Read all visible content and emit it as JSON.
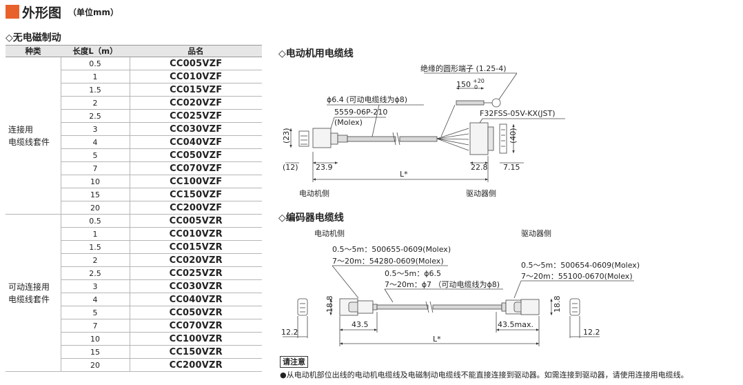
{
  "header": {
    "title": "外形图",
    "unit": "（单位mm）"
  },
  "left": {
    "section": "◇无电磁制动",
    "columns": [
      "种类",
      "长度L（m）",
      "品名"
    ],
    "groups": [
      {
        "kind": "连接用\n电缆线套件",
        "rows": [
          [
            "0.5",
            "CC005VZF"
          ],
          [
            "1",
            "CC010VZF"
          ],
          [
            "1.5",
            "CC015VZF"
          ],
          [
            "2",
            "CC020VZF"
          ],
          [
            "2.5",
            "CC025VZF"
          ],
          [
            "3",
            "CC030VZF"
          ],
          [
            "4",
            "CC040VZF"
          ],
          [
            "5",
            "CC050VZF"
          ],
          [
            "7",
            "CC070VZF"
          ],
          [
            "10",
            "CC100VZF"
          ],
          [
            "15",
            "CC150VZF"
          ],
          [
            "20",
            "CC200VZF"
          ]
        ]
      },
      {
        "kind": "可动连接用\n电缆线套件",
        "rows": [
          [
            "0.5",
            "CC005VZR"
          ],
          [
            "1",
            "CC010VZR"
          ],
          [
            "1.5",
            "CC015VZR"
          ],
          [
            "2",
            "CC020VZR"
          ],
          [
            "2.5",
            "CC025VZR"
          ],
          [
            "3",
            "CC030VZR"
          ],
          [
            "4",
            "CC040VZR"
          ],
          [
            "5",
            "CC050VZR"
          ],
          [
            "7",
            "CC070VZR"
          ],
          [
            "10",
            "CC100VZR"
          ],
          [
            "15",
            "CC150VZR"
          ],
          [
            "20",
            "CC200VZR"
          ]
        ]
      }
    ]
  },
  "motor_cable": {
    "section": "◇电动机用电缆线",
    "terminal": "绝缘的圆形端子 (1.25-4)",
    "dim150": "150",
    "tol_up": "+20",
    "tol_low": "0",
    "diameter": "ϕ6.4 (可动电缆线为ϕ8)",
    "conn_motor": "5559-06P-210",
    "conn_motor_maker": "(Molex)",
    "conn_driver": "F32FSS-05V-KX(JST)",
    "d23": "(23)",
    "d40": "(40)",
    "d12": "(12)",
    "d239": "23.9",
    "d228": "22.8",
    "d715": "7.15",
    "L": "L*",
    "motor_side": "电动机侧",
    "driver_side": "驱动器侧"
  },
  "encoder_cable": {
    "section": "◇编码器电缆线",
    "motor_side": "电动机侧",
    "driver_side": "驱动器侧",
    "m1": "0.5～5m：500655-0609(Molex)",
    "m2": "7～20m：54280-0609(Molex)",
    "c1": "0.5～5m：ϕ6.5",
    "c2": "7～20m：ϕ7 （可动电缆线为ϕ8)",
    "r1": "0.5～5m：500654-0609(Molex)",
    "r2": "7～20m：55100-0670(Molex)",
    "d188a": "18.8",
    "d188b": "18.8",
    "d435": "43.5",
    "d435m": "43.5max.",
    "d122a": "12.2",
    "d122b": "12.2",
    "L": "L*"
  },
  "note": {
    "head": "请注意",
    "text": "●从电动机部位出线的电动机电缆线及电磁制动电缆线不能直接连接到驱动器。如需连接到驱动器，请使用连接用电缆线。"
  }
}
